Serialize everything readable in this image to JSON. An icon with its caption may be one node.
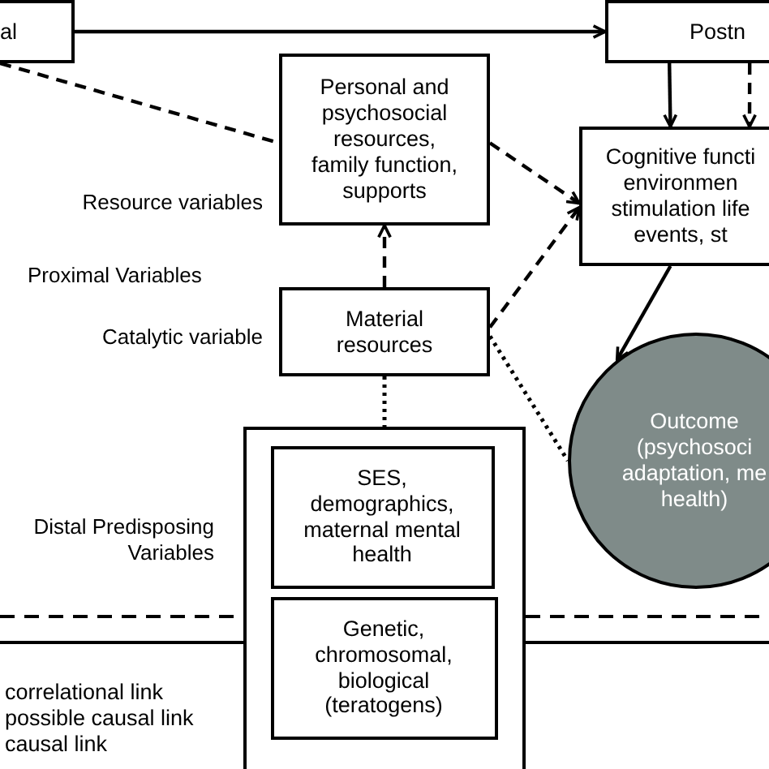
{
  "diagram": {
    "nodes": [
      {
        "text": [
          "al"
        ]
      },
      {
        "text": [
          "Postn"
        ]
      },
      {
        "text": [
          "Personal and psychosocial resources, family function, supports"
        ]
      },
      {
        "text": [
          "Cognitive functi environmen stimulation life events, st"
        ]
      },
      {
        "text": [
          "Material resources"
        ]
      },
      {
        "text": [],
        "shape": "box"
      },
      {
        "text": [
          "SES, demographics, maternal mental health"
        ],
        "in": 5
      },
      {
        "text": [
          "Genetic, chromosomal, biological (teratogens)"
        ],
        "in": 5
      },
      {
        "text": [
          "Outcome (psychosoci adaptation, me health)"
        ]
      }
    ],
    "edges": [
      {
        "from": 0,
        "to": 1,
        "arrow": "to"
      },
      {
        "from": 0,
        "to": 2,
        "arrow": "none",
        "style": "dashed"
      },
      {
        "from": 2,
        "to": 3,
        "arrow": "to",
        "style": "dashed"
      },
      {
        "from": 1,
        "to": 3,
        "arrow": "to"
      },
      {
        "from": 1,
        "to": 3,
        "arrow": "to",
        "style": "dashed"
      },
      {
        "from": 4,
        "to": 2,
        "arrow": "to",
        "style": "dashed"
      },
      {
        "from": 4,
        "to": 3,
        "arrow": "to",
        "style": "dashed"
      },
      {
        "from": 4,
        "to": 5,
        "arrow": "none",
        "style": "dashed"
      },
      {
        "from": 4,
        "to": 8,
        "arrow": "none",
        "style": "dashed"
      },
      {
        "from": 3,
        "to": 8,
        "arrow": "to"
      }
    ],
    "labels": [
      "Resource variables",
      "Proximal Variables",
      "Catalytic variable",
      "Distal Predisposing Variables"
    ],
    "legend": [
      {
        "text": "correlational link"
      },
      {
        "text": "possible causal link"
      },
      {
        "text": "causal link"
      }
    ]
  }
}
